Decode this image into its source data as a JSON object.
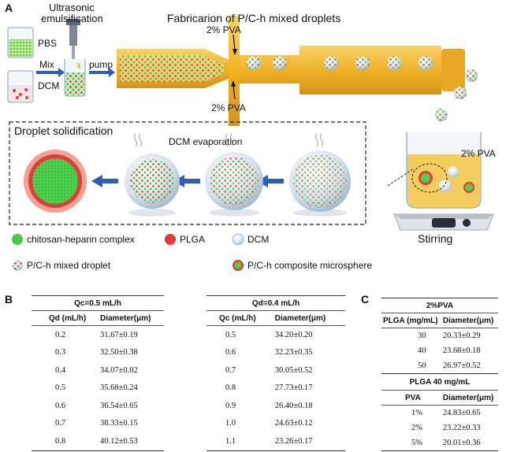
{
  "panels": {
    "a": "A",
    "b": "B",
    "c": "C"
  },
  "panel_a": {
    "labels": {
      "pbs": "PBS",
      "dcm": "DCM",
      "mix": "Mix",
      "ultrasonic_line1": "Ultrasonic",
      "ultrasonic_line2": "emulsification",
      "pump": "pump",
      "fabrication_title": "Fabricarion of P/C-h mixed droplets",
      "pva_top": "2% PVA",
      "pva_bottom": "2% PVA",
      "pva_beaker": "2% PVA",
      "droplet_solidification": "Droplet solidification",
      "dcm_evaporation": "DCM evaporation",
      "stirring": "Stirring"
    },
    "legend": [
      {
        "label": "chitosan-heparin complex",
        "icon": "green-dotted-circle-icon"
      },
      {
        "label": "PLGA",
        "icon": "red-dotted-circle-icon"
      },
      {
        "label": "DCM",
        "icon": "blue-sphere-icon"
      },
      {
        "label": "P/C-h mixed droplet",
        "icon": "mixed-droplet-icon"
      },
      {
        "label": "P/C-h composite microsphere",
        "icon": "composite-microsphere-icon"
      }
    ],
    "colors": {
      "channel": "#f2b62b",
      "arrow_blue": "#2b5fb5",
      "green": "#4cd14c",
      "red": "#e33b3b",
      "pva_liquid": "#f4c542"
    }
  },
  "panel_b": {
    "left": {
      "group_title": "Qc=0.5 mL/h",
      "col1": "Qd (mL/h)",
      "col2": "Diameter(μm)",
      "rows": [
        [
          "0.2",
          "31.67±0.19"
        ],
        [
          "0.3",
          "32.50±0.38"
        ],
        [
          "0.4",
          "34.07±0.02"
        ],
        [
          "0.5",
          "35.68±0.24"
        ],
        [
          "0.6",
          "36.54±0.65"
        ],
        [
          "0.7",
          "38.33±0.15"
        ],
        [
          "0.8",
          "40.12±0.53"
        ]
      ]
    },
    "right": {
      "group_title": "Qd=0.4 mL/h",
      "col1": "Qc (mL/h)",
      "col2": "Diameter(μm)",
      "rows": [
        [
          "0.5",
          "34.20±0.20"
        ],
        [
          "0.6",
          "32.23±0.35"
        ],
        [
          "0.7",
          "30.05±0.52"
        ],
        [
          "0.8",
          "27.73±0.17"
        ],
        [
          "0.9",
          "26.40±0.18"
        ],
        [
          "1.0",
          "24.63±0.12"
        ],
        [
          "1.1",
          "23.26±0.17"
        ]
      ]
    }
  },
  "panel_c": {
    "group1_title": "2%PVA",
    "group1_col1": "PLGA (mg/mL)",
    "group1_col2": "Diameter(μm)",
    "group1_rows": [
      [
        "30",
        "20.33±0.29"
      ],
      [
        "40",
        "23.68±0.18"
      ],
      [
        "50",
        "26.97±0.52"
      ]
    ],
    "group2_title": "PLGA 40 mg/mL",
    "group2_col1": "PVA",
    "group2_col2": "Diameter(μm)",
    "group2_rows": [
      [
        "1%",
        "24.83±0.65"
      ],
      [
        "2%",
        "23.22±0.33"
      ],
      [
        "5%",
        "20.01±0.36"
      ]
    ]
  }
}
